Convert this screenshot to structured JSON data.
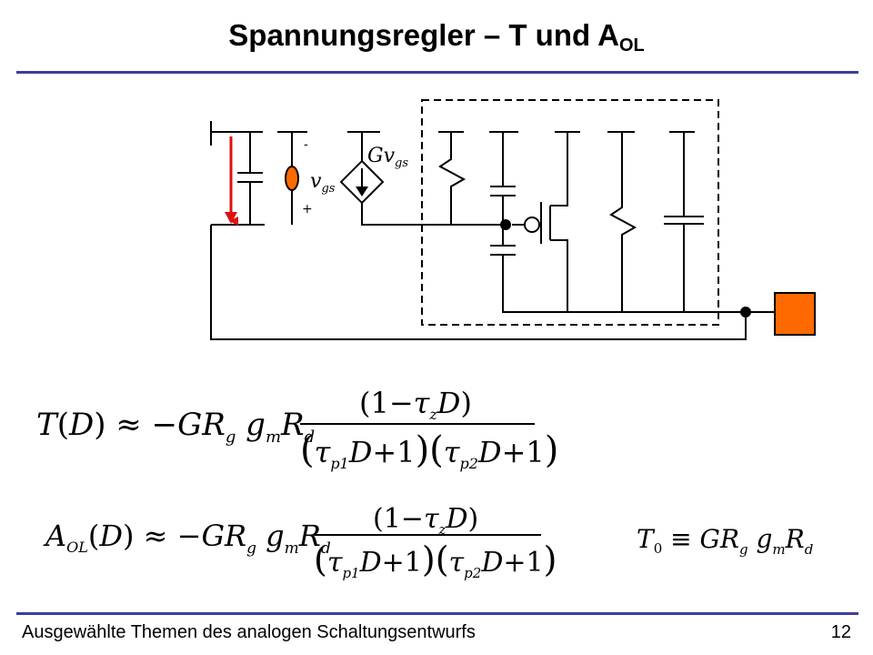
{
  "slide": {
    "title": "Spannungsregler – T und A",
    "title_sub": "OL",
    "footer_left": "Ausgewählte Themen des analogen Schaltungsentwurfs",
    "page_number": "12"
  },
  "circuit": {
    "minus_sign": "-",
    "plus_sign": "+",
    "vgs_v": "v",
    "vgs_sub": "gs",
    "source_G": "G",
    "source_v": "v",
    "source_sub": "gs"
  },
  "colors": {
    "rule": "#3a3f9a",
    "arrow": "#dd1111",
    "source_fill": "#ff6a00",
    "load_fill": "#ff6a00"
  },
  "equations": {
    "t_of_d": "T(D) ≈ −GR_g g_m R_d · (1 − τ_z D) / ((τ_p1 D + 1)(τ_p2 D + 1))",
    "aol_of_d": "A_OL(D) ≈ −GR_g g_m R_d · (1 − τ_z D) / ((τ_p1 D + 1)(τ_p2 D + 1))",
    "t0": "T_0 ≡ GR_g g_m R_d"
  }
}
